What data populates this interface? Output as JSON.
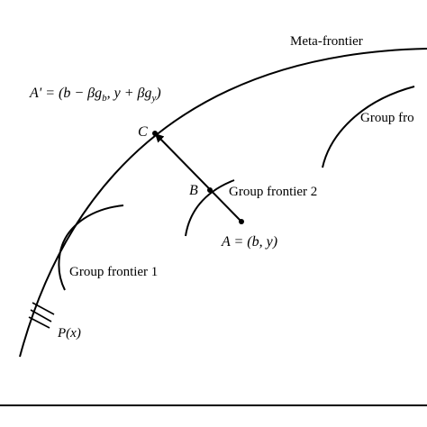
{
  "diagram": {
    "labels": {
      "meta_frontier": "Meta-frontier",
      "group_frontier_1": "Group frontier 1",
      "group_frontier_2": "Group frontier 2",
      "group_frontier_3": "Group fro",
      "point_c": "C",
      "point_b": "B",
      "point_a_name": "A",
      "point_a_eq": " = (b, y)",
      "a_prime_expr": "A' = (b − βg",
      "a_prime_sub_b": "b",
      "a_prime_mid": ", y + βg",
      "a_prime_sub_y": "y",
      "a_prime_end": ")",
      "p_of_x": "P(x)"
    },
    "colors": {
      "stroke": "#000000",
      "background": "#ffffff"
    }
  }
}
